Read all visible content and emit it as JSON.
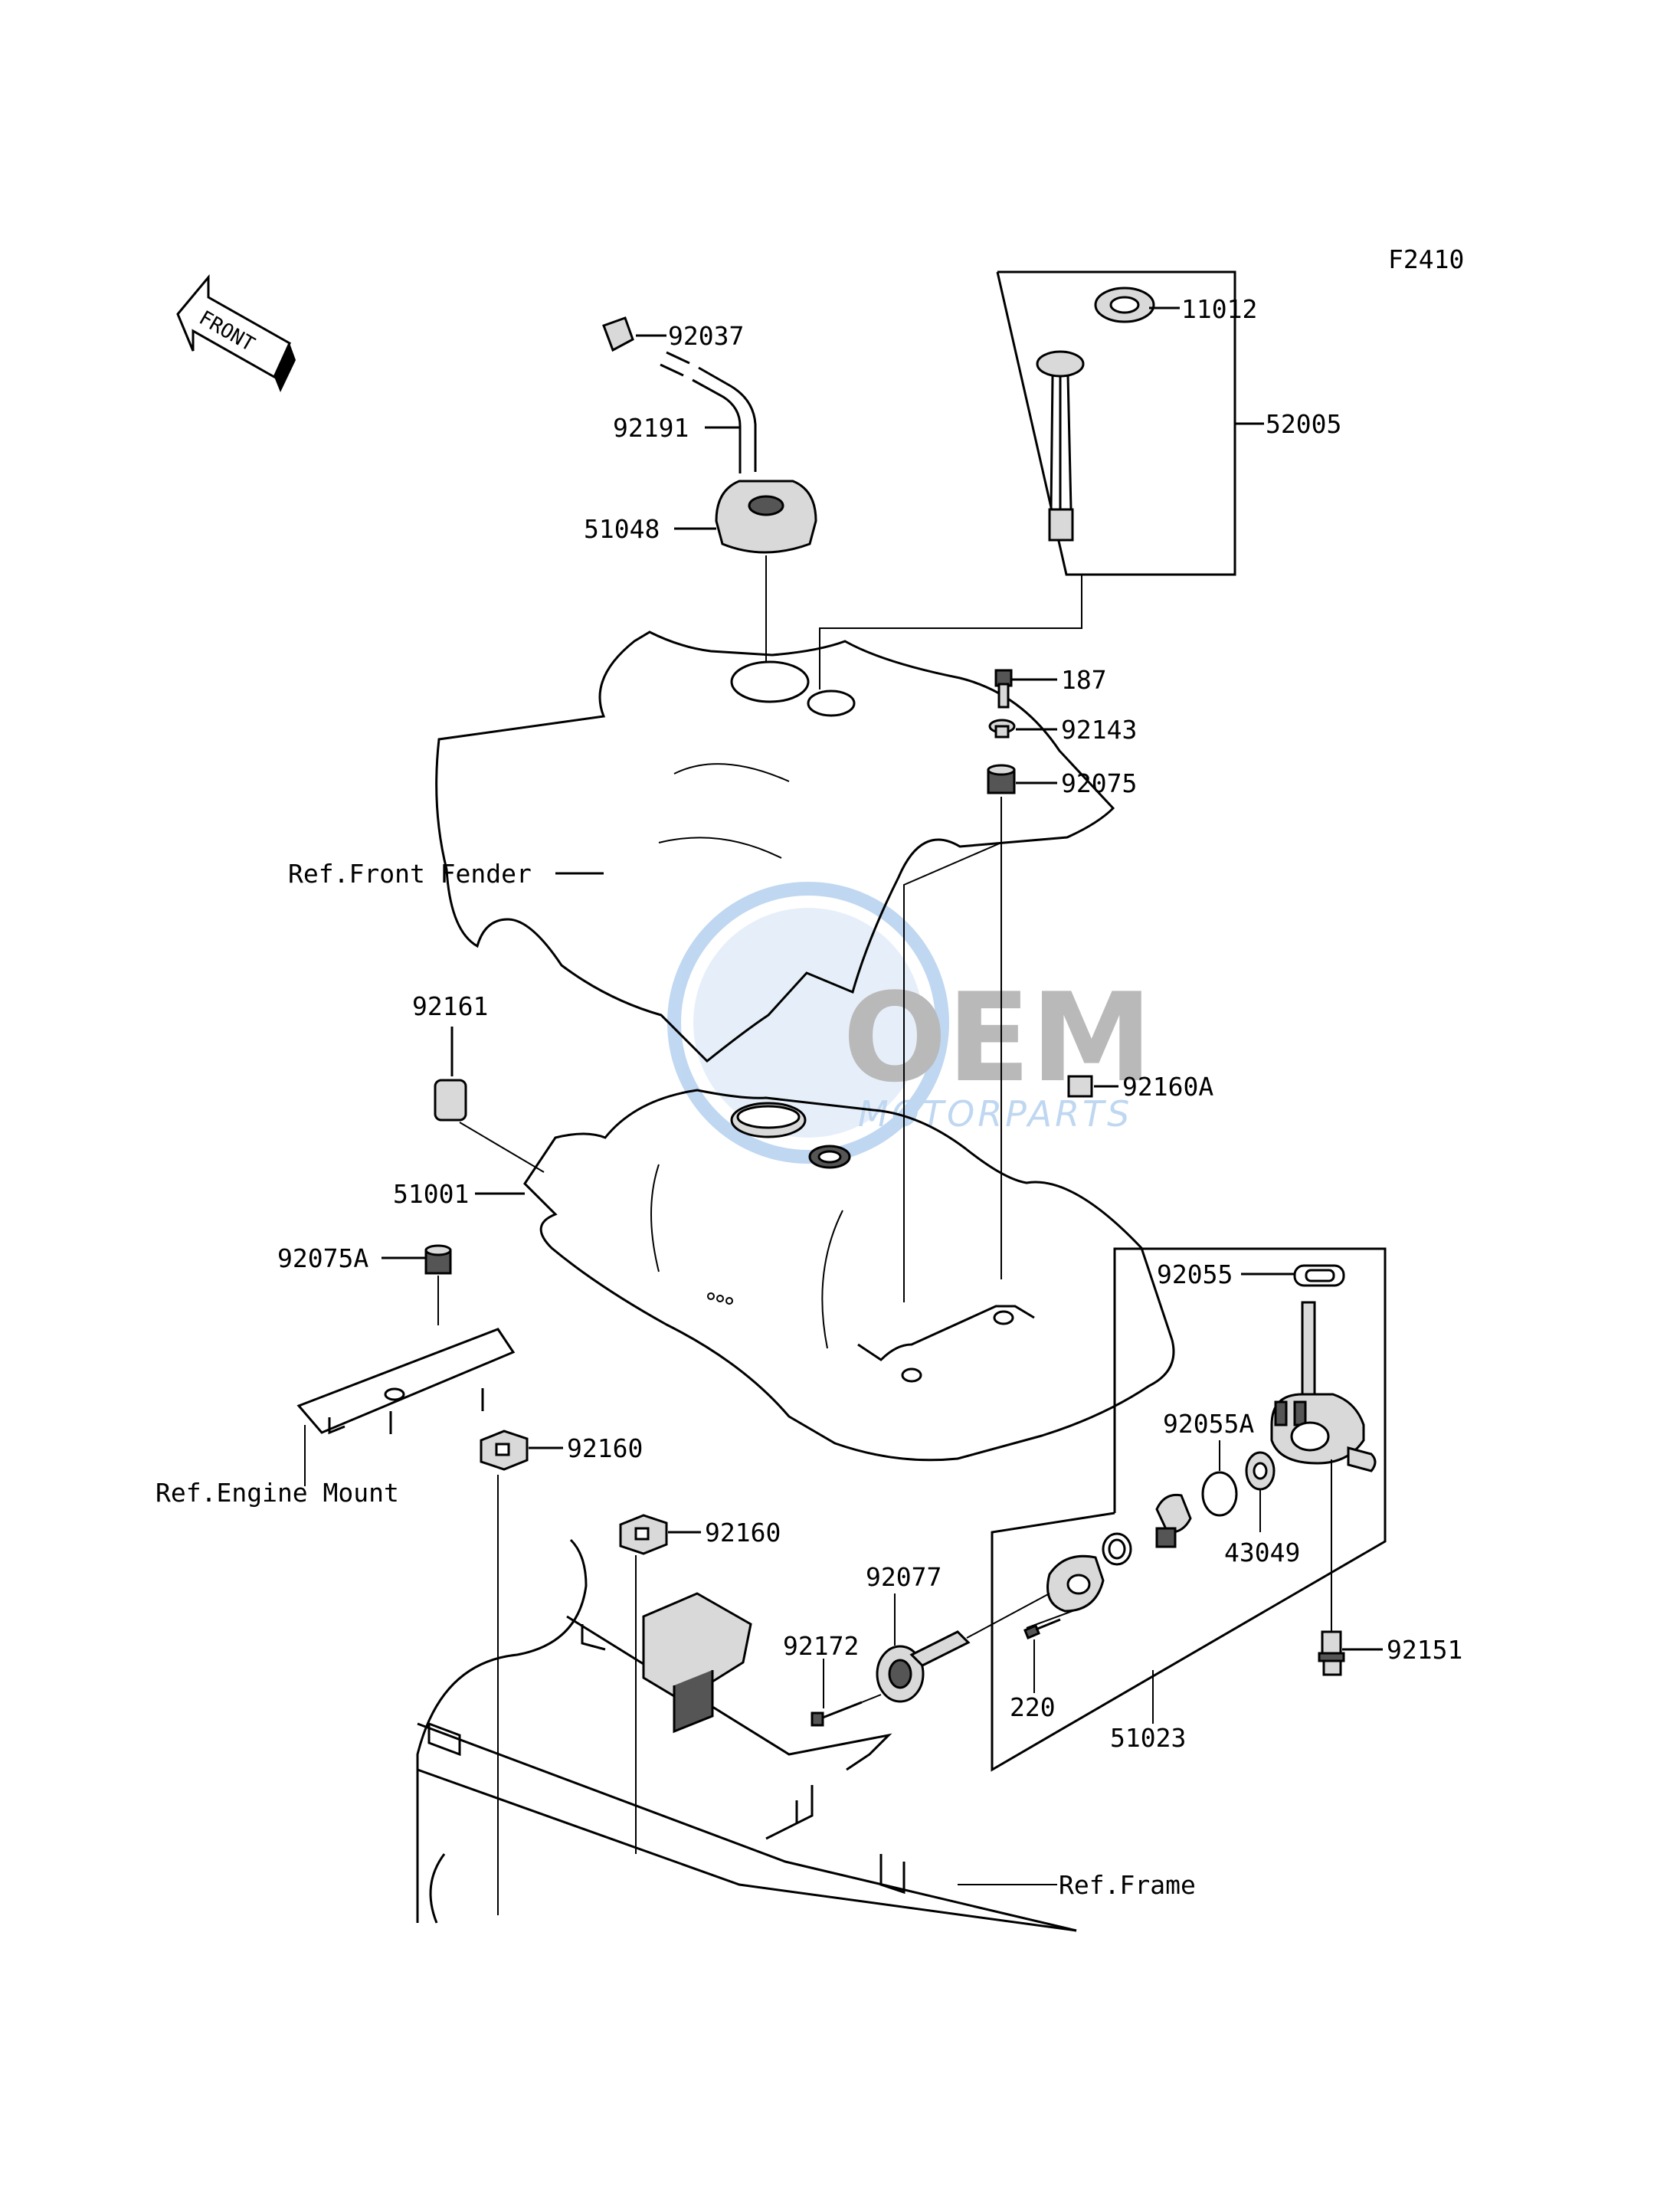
{
  "figure_code": "F2410",
  "front_arrow": "FRONT",
  "watermark": {
    "brand": "OEM",
    "sub": "MOTORPARTS",
    "color": "#4a90d9"
  },
  "part_numbers": {
    "p11012": "11012",
    "p52005": "52005",
    "p92037": "92037",
    "p92191": "92191",
    "p51048": "51048",
    "p187": "187",
    "p92143": "92143",
    "p92075": "92075",
    "p92161": "92161",
    "p92160A": "92160A",
    "p51001": "51001",
    "p92075A": "92075A",
    "p92055": "92055",
    "p92055A": "92055A",
    "p43049": "43049",
    "p92160_1": "92160",
    "p92160_2": "92160",
    "p92077": "92077",
    "p92172": "92172",
    "p220": "220",
    "p51023": "51023",
    "p92151": "92151"
  },
  "references": {
    "front_fender": "Ref.Front Fender",
    "engine_mount": "Ref.Engine Mount",
    "frame": "Ref.Frame"
  }
}
